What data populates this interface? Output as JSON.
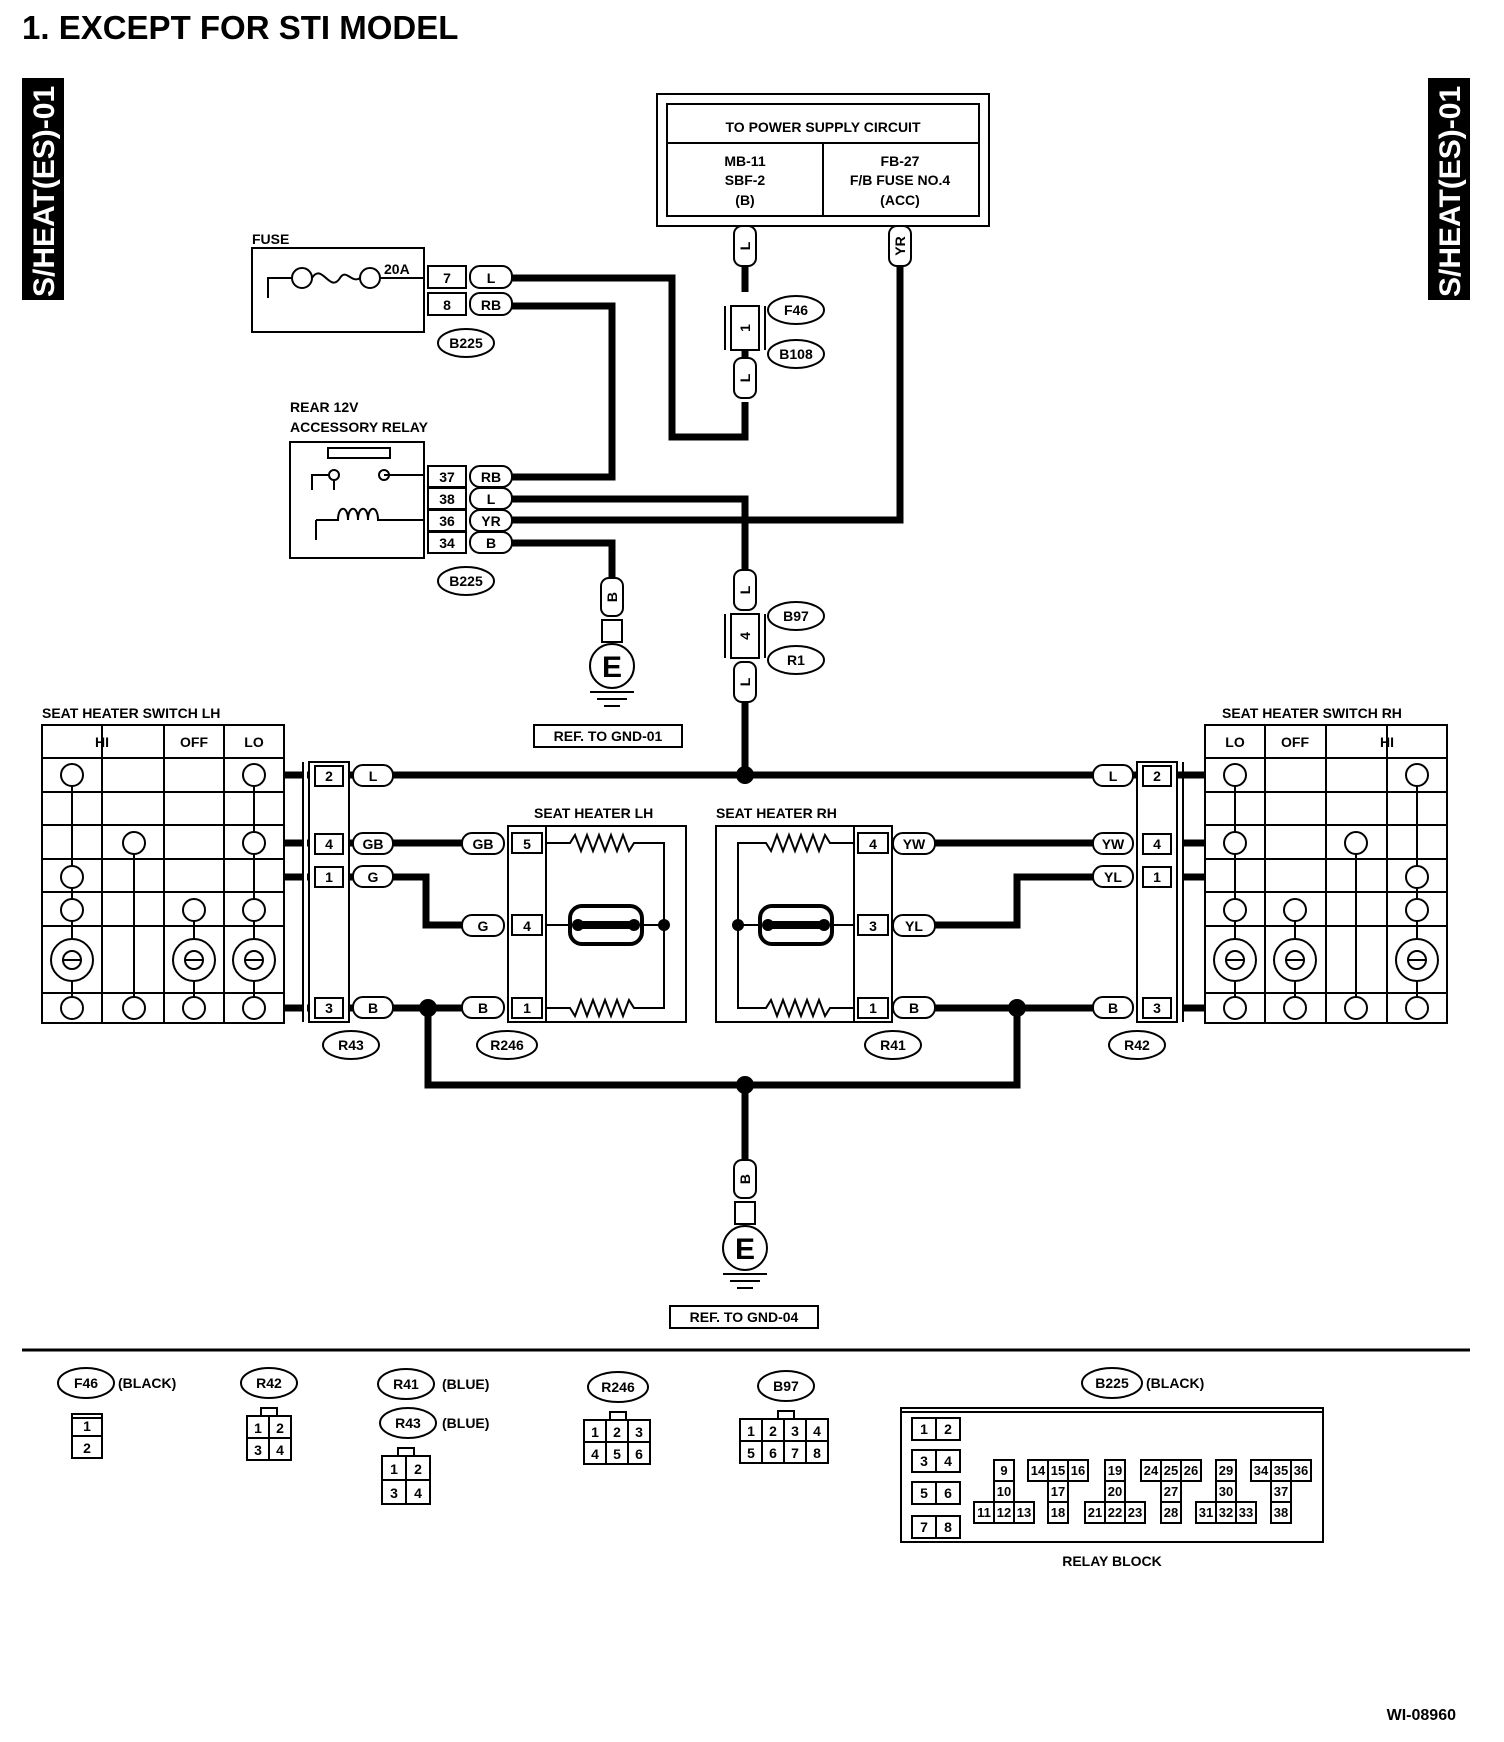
{
  "title": "1.  EXCEPT FOR STI MODEL",
  "side_tag": "S/HEAT(ES)-01",
  "figure_id": "WI-08960",
  "power_supply": {
    "heading": "TO POWER SUPPLY CIRCUIT",
    "left": [
      "MB-11",
      "SBF-2",
      "(B)"
    ],
    "right": [
      "FB-27",
      "F/B FUSE NO.4",
      "(ACC)"
    ]
  },
  "fuse": {
    "label": "FUSE",
    "rating": "20A",
    "pins": [
      "7",
      "8"
    ],
    "wires": [
      "L",
      "RB"
    ],
    "connector": "B225"
  },
  "relay": {
    "label_line1": "REAR 12V",
    "label_line2": "ACCESSORY RELAY",
    "pins": [
      "37",
      "38",
      "36",
      "34"
    ],
    "wires": [
      "RB",
      "L",
      "YR",
      "B"
    ],
    "connector": "B225"
  },
  "yr_wire": "YR",
  "joint_f46": {
    "pin": "1",
    "wire": "L",
    "connectors": [
      "F46",
      "B108"
    ]
  },
  "joint_b97": {
    "pin": "4",
    "wire": "L",
    "connectors": [
      "B97",
      "R1"
    ]
  },
  "ground1": {
    "wire": "B",
    "symbol": "E",
    "ref": "REF. TO GND-01"
  },
  "ground2": {
    "wire": "B",
    "symbol": "E",
    "ref": "REF. TO GND-04"
  },
  "switch_lh": {
    "label": "SEAT HEATER SWITCH LH",
    "columns": [
      "HI",
      "OFF",
      "LO"
    ],
    "pins": [
      "2",
      "4",
      "1",
      "3"
    ],
    "wires": [
      "L",
      "GB",
      "G",
      "B"
    ],
    "connector": "R43"
  },
  "switch_rh": {
    "label": "SEAT HEATER SWITCH RH",
    "columns": [
      "LO",
      "OFF",
      "HI"
    ],
    "pins": [
      "2",
      "4",
      "1",
      "3"
    ],
    "wires": [
      "L",
      "YW",
      "YL",
      "B"
    ],
    "connector": "R42"
  },
  "heater_lh": {
    "label": "SEAT HEATER LH",
    "pins": [
      "5",
      "4",
      "1"
    ],
    "wires": [
      "GB",
      "G",
      "B"
    ],
    "connector": "R246"
  },
  "heater_rh": {
    "label": "SEAT HEATER RH",
    "pins": [
      "4",
      "3",
      "1"
    ],
    "wires": [
      "YW",
      "YL",
      "B"
    ],
    "connector": "R41"
  },
  "connector_views": {
    "f46": {
      "id": "F46",
      "note": "(BLACK)",
      "cells": [
        "1",
        "2"
      ]
    },
    "r42": {
      "id": "R42",
      "cells": [
        "1",
        "2",
        "3",
        "4"
      ]
    },
    "r41": {
      "id": "R41",
      "note": "(BLUE)"
    },
    "r43": {
      "id": "R43",
      "note": "(BLUE)",
      "cells": [
        "1",
        "2",
        "3",
        "4"
      ]
    },
    "r246": {
      "id": "R246",
      "cells": [
        "1",
        "2",
        "3",
        "4",
        "5",
        "6"
      ]
    },
    "b97": {
      "id": "B97",
      "cells": [
        "1",
        "2",
        "3",
        "4",
        "5",
        "6",
        "7",
        "8"
      ]
    },
    "b225": {
      "id": "B225",
      "note": "(BLACK)",
      "caption": "RELAY BLOCK",
      "cells": [
        "1",
        "2",
        "3",
        "4",
        "5",
        "6",
        "7",
        "8",
        "9",
        "10",
        "11",
        "12",
        "13",
        "14",
        "15",
        "16",
        "17",
        "18",
        "19",
        "20",
        "21",
        "22",
        "23",
        "24",
        "25",
        "26",
        "27",
        "28",
        "29",
        "30",
        "31",
        "32",
        "33",
        "34",
        "35",
        "36",
        "37",
        "38"
      ]
    }
  }
}
